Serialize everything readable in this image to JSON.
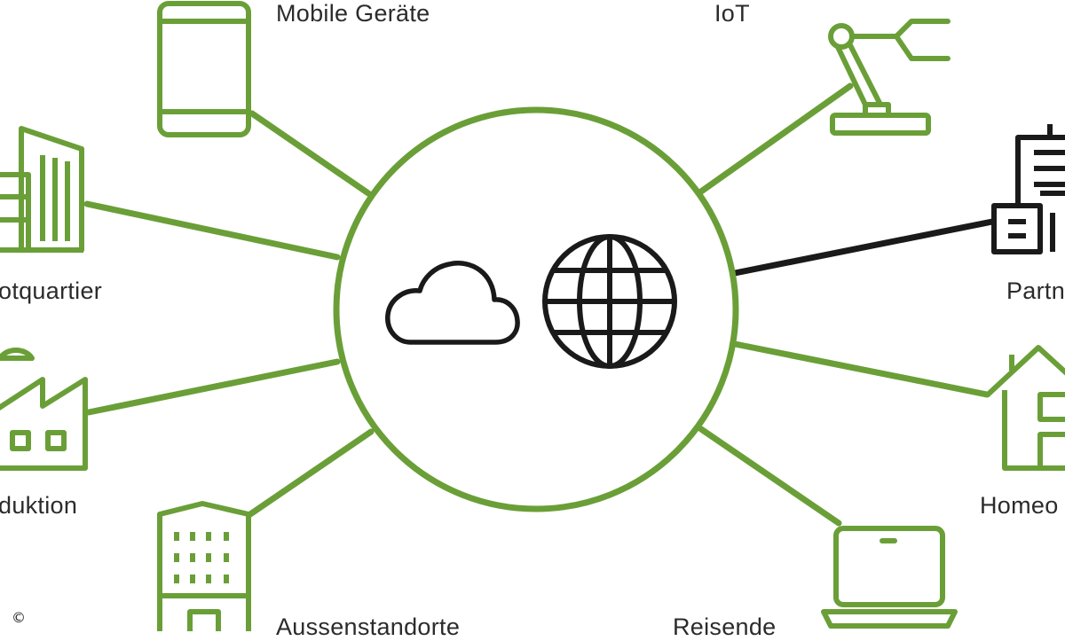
{
  "colors": {
    "green": "#6a9f38",
    "dark": "#1a1a1a",
    "text": "#2b2b2b"
  },
  "center": {
    "icons": [
      "cloud-icon",
      "globe-icon"
    ]
  },
  "nodes": [
    {
      "key": "mobile",
      "label": "Mobile Geräte",
      "icon": "smartphone-icon"
    },
    {
      "key": "iot",
      "label": "IoT",
      "icon": "robot-arm-icon"
    },
    {
      "key": "hauptquartier",
      "label": "otquartier",
      "icon": "office-buildings-icon"
    },
    {
      "key": "partner",
      "label": "Partn",
      "icon": "partner-buildings-icon"
    },
    {
      "key": "produktion",
      "label": "duktion",
      "icon": "factory-icon"
    },
    {
      "key": "homeoffice",
      "label": "Homeo",
      "icon": "house-icon"
    },
    {
      "key": "aussenstandorte",
      "label": "Aussenstandorte",
      "icon": "branch-office-icon"
    },
    {
      "key": "reisende",
      "label": "Reisende",
      "icon": "laptop-icon"
    }
  ],
  "copyright": "©"
}
